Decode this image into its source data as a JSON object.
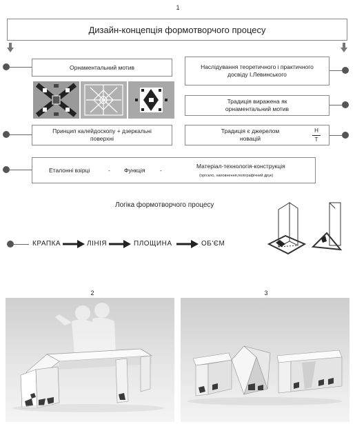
{
  "figure_numbers": {
    "top": "1",
    "left_photo": "2",
    "right_photo": "3"
  },
  "header": {
    "title": "Дизайн-концепція формотворчого процесу"
  },
  "left_boxes": {
    "ornament": "Орнаментальний мотив",
    "kaleidoscope": "Принцип калейдоскопу + дзеркальні поверхні"
  },
  "right_boxes": {
    "research": "Наслідування теоретичного і практичного досвіду І.Левинського",
    "tradition_motif": "Традиція виражена як орнаментальний мотив",
    "tradition_source": "Традиція є джерелом новацій"
  },
  "fraction": {
    "numerator": "Н",
    "denominator": "Т"
  },
  "bottom_box": {
    "samples": "Еталонні взірці",
    "sep1": "-",
    "function": "Функція",
    "sep2": "-",
    "material": "Матеріал-технологія-конструкція",
    "material_sub": "(оргскло, наповнення,поліграфічний друк)"
  },
  "logic": {
    "title": "Логіка формотворчого процесу",
    "steps": [
      "КРАПКА",
      "ЛІНІЯ",
      "ПЛОЩИНА",
      "ОБ'ЄМ"
    ]
  },
  "colors": {
    "dot": "#555555",
    "line": "#666666",
    "box_border": "#888888"
  }
}
